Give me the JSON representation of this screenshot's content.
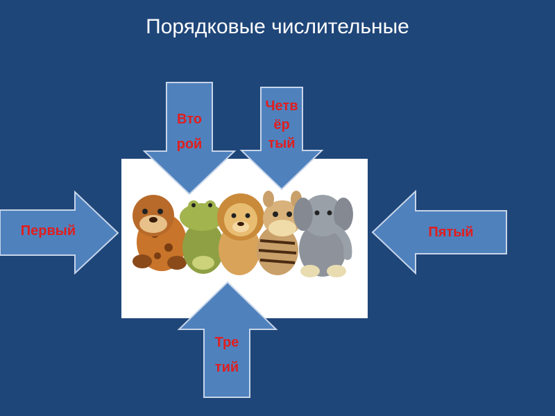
{
  "slide": {
    "title": "Порядковые числительные"
  },
  "arrows": {
    "first": {
      "label": "Первый"
    },
    "second": {
      "line1": "Вто",
      "line2": "рой"
    },
    "third": {
      "line1": "Тре",
      "line2": "тий"
    },
    "fourth": {
      "line1": "Четв",
      "line2": "ёр",
      "line3": "тый"
    },
    "fifth": {
      "label": "Пятый"
    }
  },
  "toys": [
    "giraffe-toy",
    "crocodile-toy",
    "lion-toy",
    "zebra-toy",
    "elephant-toy"
  ],
  "colors": {
    "background": "#1f4679",
    "arrow_fill": "#4f81bd",
    "arrow_stroke": "#c8d6ea",
    "label_text": "#e01e1e",
    "title_text": "#ffffff"
  }
}
